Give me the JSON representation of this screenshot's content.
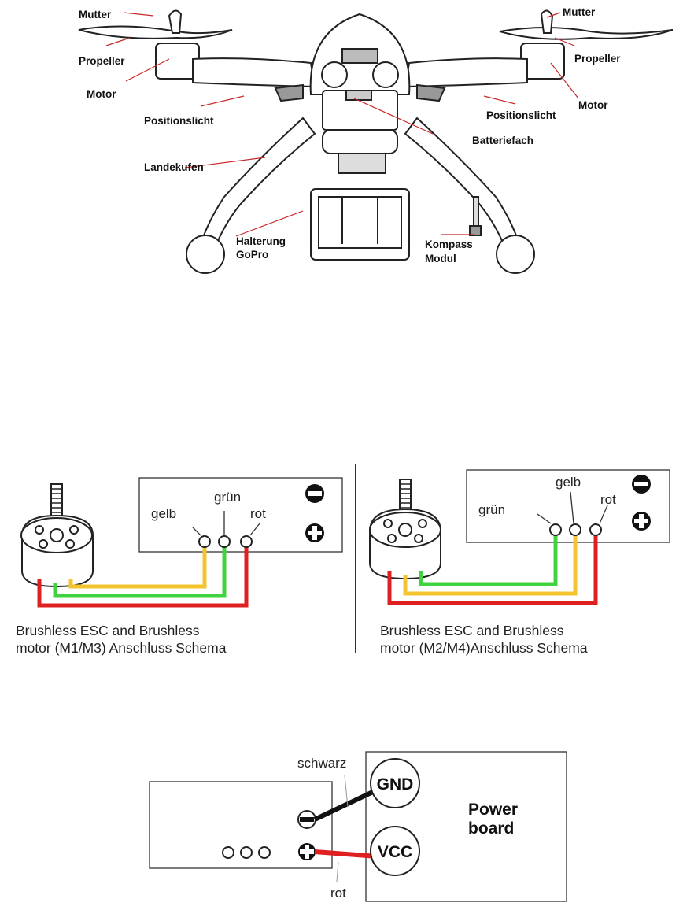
{
  "drone": {
    "labels": {
      "mutter_left": "Mutter",
      "mutter_right": "Mutter",
      "propeller_left": "Propeller",
      "propeller_right": "Propeller",
      "motor_left": "Motor",
      "motor_right": "Motor",
      "positionslicht_left": "Positionslicht",
      "positionslicht_right": "Positionslicht",
      "batteriefach": "Batteriefach",
      "landekufen": "Landekufen",
      "halterung_1": "Halterung",
      "halterung_2": "GoPro",
      "kompass_1": "Kompass",
      "kompass_2": "Modul"
    }
  },
  "esc_left": {
    "wire_gelb": "gelb",
    "wire_gruen": "grün",
    "wire_rot": "rot",
    "caption_line1": "Brushless ESC and Brushless",
    "caption_line2": "motor (M1/M3)  Anschluss Schema",
    "wire_colors": [
      "#f4c430",
      "#3fd43f",
      "#e02020"
    ]
  },
  "esc_right": {
    "wire_gruen": "grün",
    "wire_gelb": "gelb",
    "wire_rot": "rot",
    "caption_line1": "Brushless ESC and Brushless",
    "caption_line2": "motor (M2/M4)Anschluss Schema",
    "wire_colors": [
      "#3fd43f",
      "#f4c430",
      "#e02020"
    ]
  },
  "power": {
    "wire_schwarz": "schwarz",
    "wire_rot": "rot",
    "gnd": "GND",
    "vcc": "VCC",
    "board_line1": "Power",
    "board_line2": "board",
    "wire_colors": [
      "#111111",
      "#e02020"
    ]
  }
}
